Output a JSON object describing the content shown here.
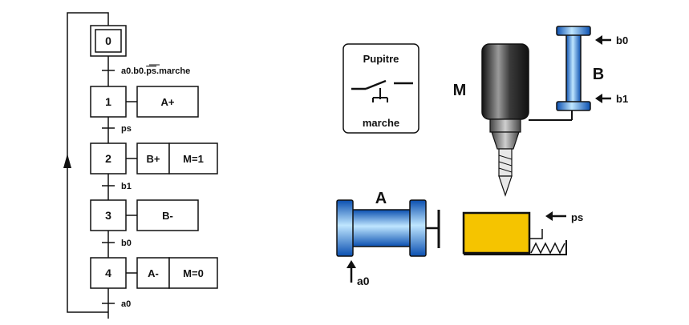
{
  "grafcet": {
    "steps": [
      {
        "id": "0",
        "initial": true,
        "actions": []
      },
      {
        "id": "1",
        "initial": false,
        "actions": [
          "A+"
        ]
      },
      {
        "id": "2",
        "initial": false,
        "actions": [
          "B+",
          "M=1"
        ]
      },
      {
        "id": "3",
        "initial": false,
        "actions": [
          "B-"
        ]
      },
      {
        "id": "4",
        "initial": false,
        "actions": [
          "A-",
          "M=0"
        ]
      }
    ],
    "transitions": [
      {
        "label_prefix": "a0.b0.",
        "label_overlined": "ps",
        "label_suffix": ".marche"
      },
      {
        "label": "ps"
      },
      {
        "label": "b1"
      },
      {
        "label": "b0"
      },
      {
        "label": "a0"
      }
    ]
  },
  "machine": {
    "pupitre_title": "Pupitre",
    "pupitre_button": "marche",
    "motor_label": "M",
    "cylinder_b_label": "B",
    "cylinder_a_label": "A",
    "sensors": {
      "b0": "b0",
      "b1": "b1",
      "ps": "ps",
      "a0": "a0"
    }
  },
  "colors": {
    "cylinder_blue": "#1f7fe0",
    "workpiece_yellow": "#f5c400",
    "motor_dark": "#2a2a2a"
  }
}
